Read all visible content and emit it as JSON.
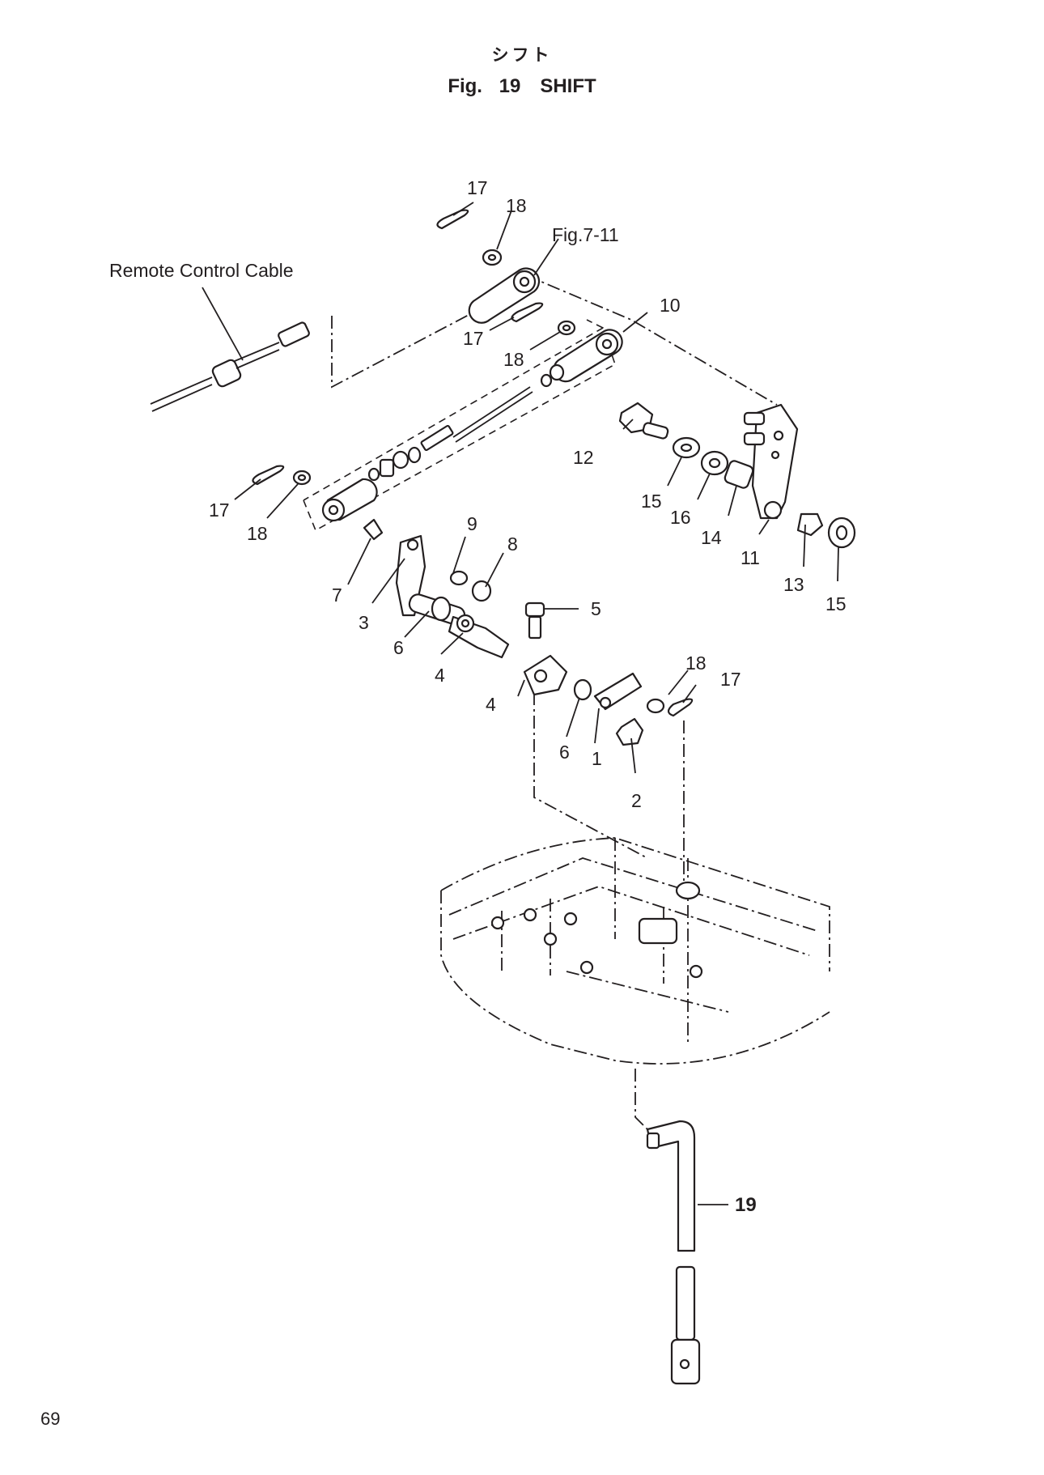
{
  "title": {
    "japanese": "シフト",
    "english": "Fig. 19　SHIFT"
  },
  "page_number": "69",
  "labels": {
    "remote_control_cable": "Remote Control Cable",
    "fig_ref": "Fig.7-11",
    "p1": "1",
    "p2": "2",
    "p3": "3",
    "p4a": "4",
    "p4b": "4",
    "p5": "5",
    "p6a": "6",
    "p6b": "6",
    "p7": "7",
    "p8": "8",
    "p9": "9",
    "p10": "10",
    "p11": "11",
    "p12": "12",
    "p13": "13",
    "p14": "14",
    "p15a": "15",
    "p15b": "15",
    "p16": "16",
    "p17a": "17",
    "p17b": "17",
    "p17c": "17",
    "p17d": "17",
    "p18a": "18",
    "p18b": "18",
    "p18c": "18",
    "p18d": "18",
    "p19": "19"
  }
}
